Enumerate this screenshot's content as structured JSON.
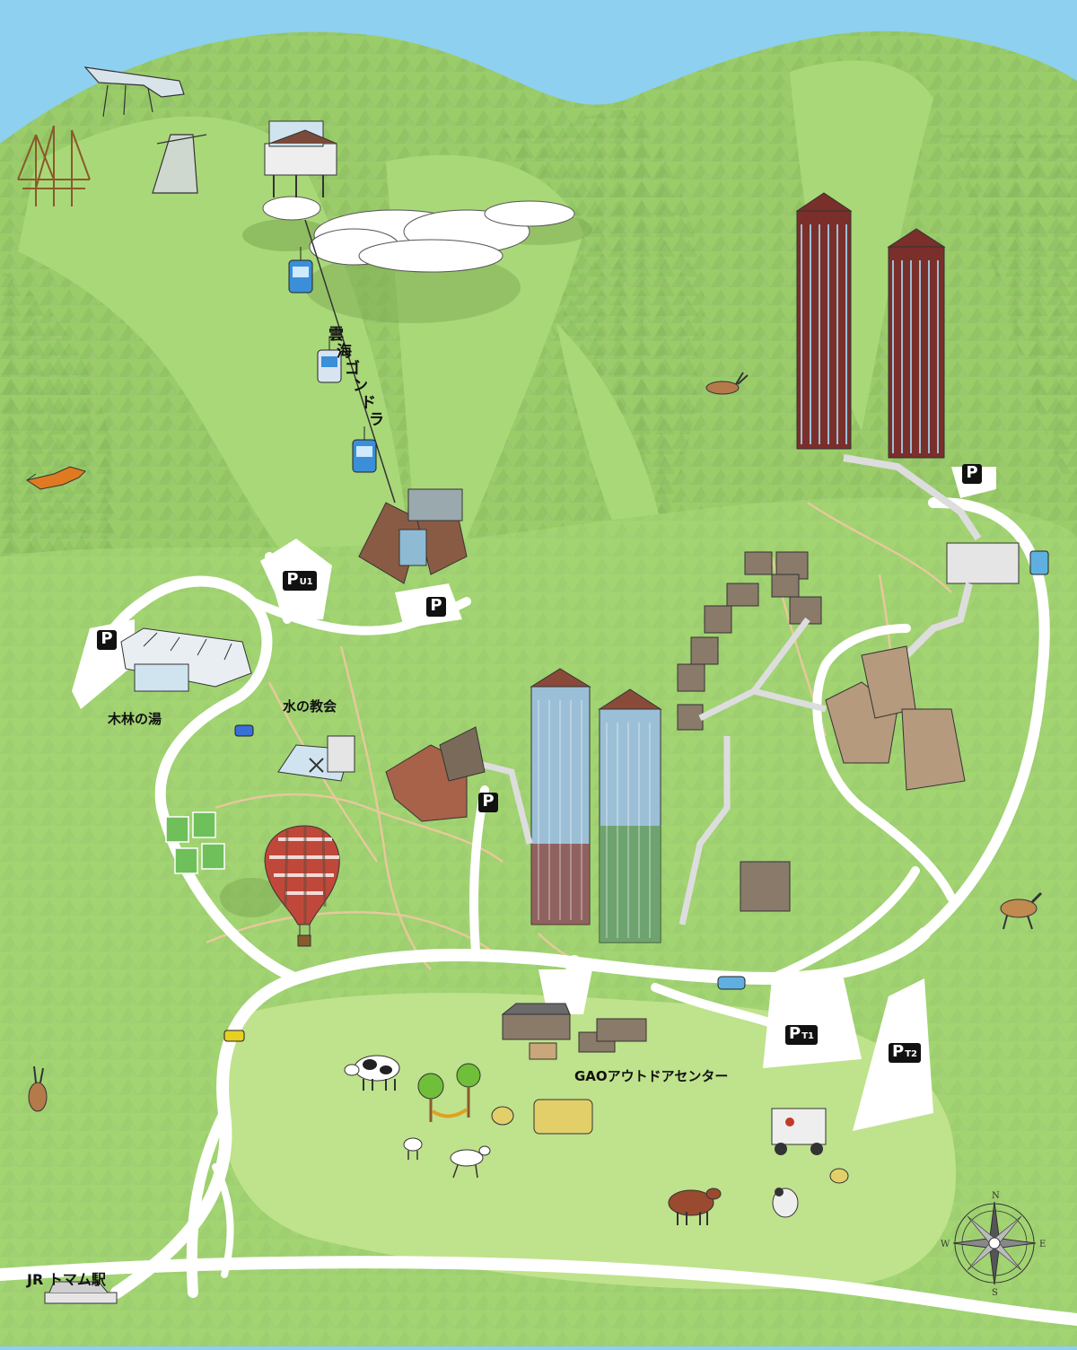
{
  "map": {
    "colors": {
      "sky": "#8ed0ef",
      "mountain": "#9acd6a",
      "mountain_dark": "#86bd58",
      "meadow": "#a9d879",
      "pasture": "#bfe28c",
      "road": "#ffffff",
      "path": "#e6c99a",
      "tower_red": "#8a3a2e",
      "tower_glass": "#9bbfd6",
      "tower_green": "#5f9a4e",
      "gondola": "#3a8fd8"
    },
    "labels": {
      "gondola": "雲海ゴンドラ",
      "bath": "木林の湯",
      "church": "水の教会",
      "gao": "GAOアウトドアセンター",
      "station": "JR トマム駅"
    },
    "parking": {
      "letter": "P",
      "u1_sub": "U1",
      "t1_sub": "T1",
      "t2_sub": "T2"
    },
    "compass": {
      "n": "N",
      "s": "S",
      "e": "E",
      "w": "W"
    },
    "icons": [
      "gondola-cabin-icon",
      "fox-icon",
      "rabbit-icon",
      "deer-icon",
      "cow-icon",
      "goat-icon",
      "sheep-icon",
      "hot-air-balloon-icon",
      "compass-rose-icon",
      "car-icon",
      "bus-icon"
    ]
  }
}
